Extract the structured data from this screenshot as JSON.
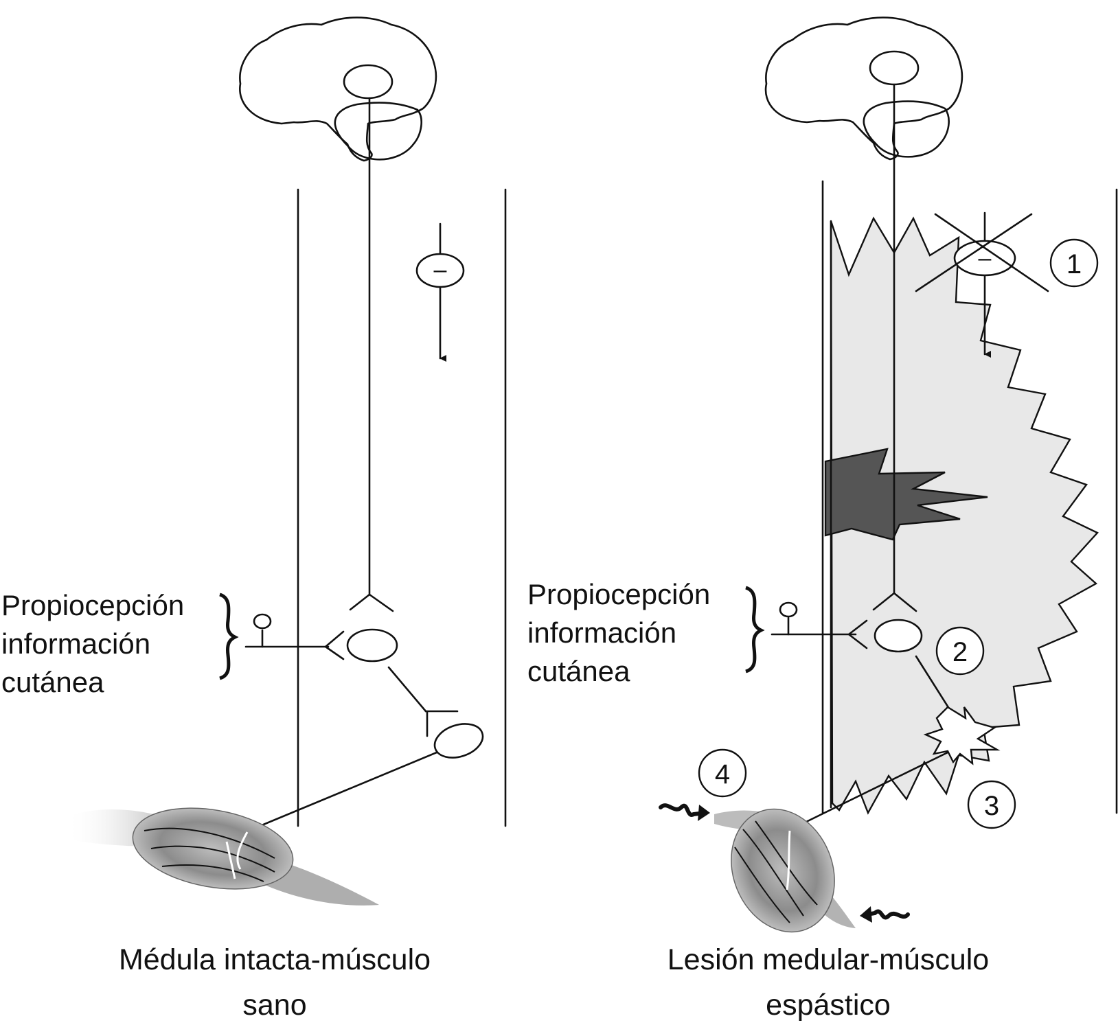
{
  "colors": {
    "ink": "#111111",
    "lesion_zone": "#e8e8e8",
    "lesion_core": "#555555",
    "brain_stem_fill": "#dcdcdc",
    "muscle": "#9a9a9a"
  },
  "panels": {
    "left": {
      "caption_line1": "Médula intacta-músculo",
      "caption_line2": "sano",
      "input_label": [
        "Propiocepción",
        "información",
        "cutánea"
      ],
      "inhibition_symbol": "–"
    },
    "right": {
      "caption_line1": "Lesión medular-músculo",
      "caption_line2": "espástico",
      "input_label": [
        "Propiocepción",
        "información",
        "cutánea"
      ],
      "inhibition_symbol": "–",
      "markers": [
        "1",
        "2",
        "3",
        "4"
      ]
    }
  },
  "icons": [
    "brain-icon",
    "muscle-icon",
    "sensory-receptor-icon",
    "spasm-squiggle-icon",
    "spark-icon",
    "cross-out-icon"
  ]
}
